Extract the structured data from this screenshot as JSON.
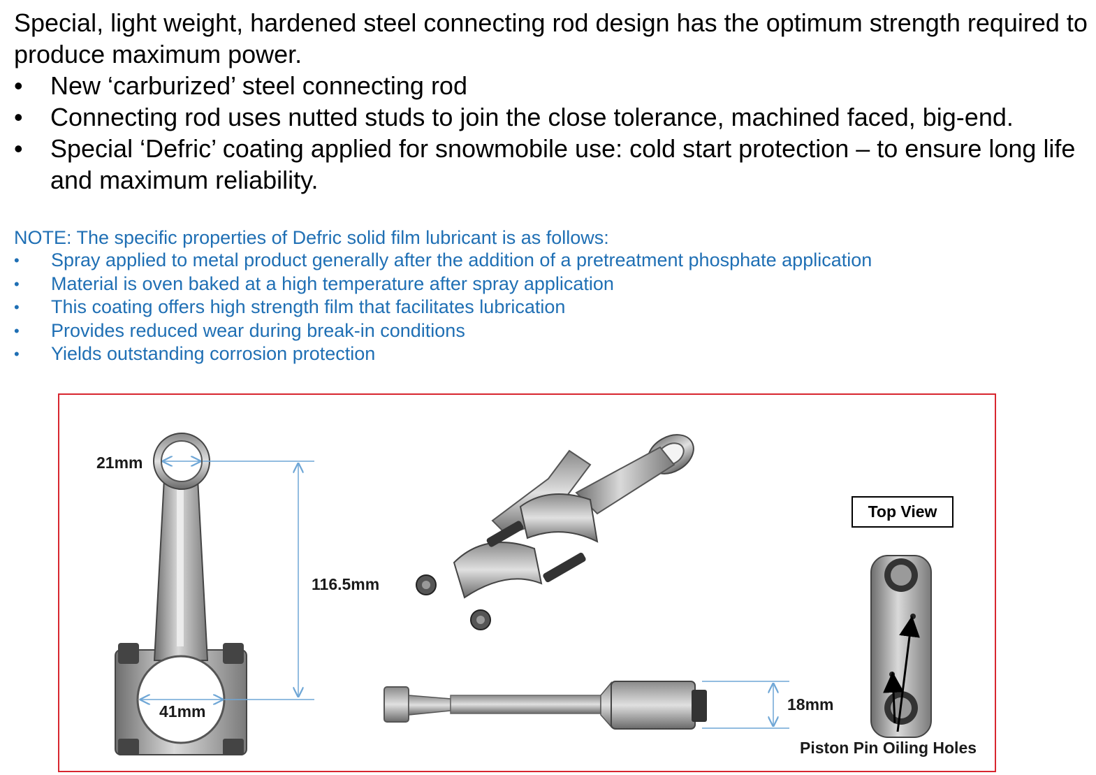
{
  "intro": "Special, light weight, hardened steel connecting rod design has the optimum strength required to produce maximum power.",
  "bullet_symbol": "•",
  "main_bullets": [
    "New ‘carburized’ steel connecting rod",
    "Connecting rod uses nutted studs to join the close tolerance, machined faced, big-end.",
    "Special ‘Defric’ coating applied for snowmobile use: cold start protection – to ensure long life and maximum reliability."
  ],
  "note": {
    "title": "NOTE: The specific properties of Defric solid film lubricant is as follows:",
    "items": [
      "Spray applied to metal product generally after the addition of a pretreatment phosphate application",
      "Material is oven baked at a high temperature after spray application",
      "This coating offers high strength film that facilitates lubrication",
      "Provides reduced wear during break-in conditions",
      "Yields outstanding corrosion protection"
    ]
  },
  "figure": {
    "dim_small_end": "21mm",
    "dim_length": "116.5mm",
    "dim_big_end": "41mm",
    "dim_width": "18mm",
    "top_view": "Top View",
    "oiling_holes": "Piston Pin Oiling Holes"
  },
  "colors": {
    "note_text": "#1f6fb4",
    "frame_border": "#d8262f",
    "dimension_line": "#6ea6d6"
  }
}
